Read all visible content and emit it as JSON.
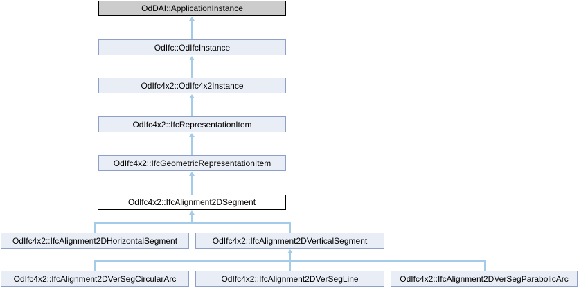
{
  "diagram": {
    "type": "class-inheritance-graph",
    "focus_class": "OdIfc4x2::IfcAlignment2DSegment",
    "nodes": [
      {
        "label": "OdDAI::ApplicationInstance",
        "style": "gray"
      },
      {
        "label": "OdIfc::OdIfcInstance",
        "style": "blue"
      },
      {
        "label": "OdIfc4x2::OdIfc4x2Instance",
        "style": "blue"
      },
      {
        "label": "OdIfc4x2::IfcRepresentationItem",
        "style": "blue"
      },
      {
        "label": "OdIfc4x2::IfcGeometricRepresentationItem",
        "style": "blue"
      },
      {
        "label": "OdIfc4x2::IfcAlignment2DSegment",
        "style": "focus"
      },
      {
        "label": "OdIfc4x2::IfcAlignment2DHorizontalSegment",
        "style": "blue"
      },
      {
        "label": "OdIfc4x2::IfcAlignment2DVerticalSegment",
        "style": "blue"
      },
      {
        "label": "OdIfc4x2::IfcAlignment2DVerSegCircularArc",
        "style": "blue"
      },
      {
        "label": "OdIfc4x2::IfcAlignment2DVerSegLine",
        "style": "blue"
      },
      {
        "label": "OdIfc4x2::IfcAlignment2DVerSegParabolicArc",
        "style": "blue"
      }
    ],
    "edges": [
      {
        "child": "OdIfc::OdIfcInstance",
        "parent": "OdDAI::ApplicationInstance"
      },
      {
        "child": "OdIfc4x2::OdIfc4x2Instance",
        "parent": "OdIfc::OdIfcInstance"
      },
      {
        "child": "OdIfc4x2::IfcRepresentationItem",
        "parent": "OdIfc4x2::OdIfc4x2Instance"
      },
      {
        "child": "OdIfc4x2::IfcGeometricRepresentationItem",
        "parent": "OdIfc4x2::IfcRepresentationItem"
      },
      {
        "child": "OdIfc4x2::IfcAlignment2DSegment",
        "parent": "OdIfc4x2::IfcGeometricRepresentationItem"
      },
      {
        "child": "OdIfc4x2::IfcAlignment2DHorizontalSegment",
        "parent": "OdIfc4x2::IfcAlignment2DSegment"
      },
      {
        "child": "OdIfc4x2::IfcAlignment2DVerticalSegment",
        "parent": "OdIfc4x2::IfcAlignment2DSegment"
      },
      {
        "child": "OdIfc4x2::IfcAlignment2DVerSegCircularArc",
        "parent": "OdIfc4x2::IfcAlignment2DVerticalSegment"
      },
      {
        "child": "OdIfc4x2::IfcAlignment2DVerSegLine",
        "parent": "OdIfc4x2::IfcAlignment2DVerticalSegment"
      },
      {
        "child": "OdIfc4x2::IfcAlignment2DVerSegParabolicArc",
        "parent": "OdIfc4x2::IfcAlignment2DVerticalSegment"
      }
    ]
  },
  "colors": {
    "edge": "#a4cbe8",
    "node_fill": "#e8edf6",
    "node_border": "#8ca0c8",
    "root_fill": "#cccccc",
    "root_border": "#000000",
    "focus_fill": "#ffffff",
    "focus_border": "#000000",
    "text": "#000000",
    "background": "#ffffff"
  }
}
